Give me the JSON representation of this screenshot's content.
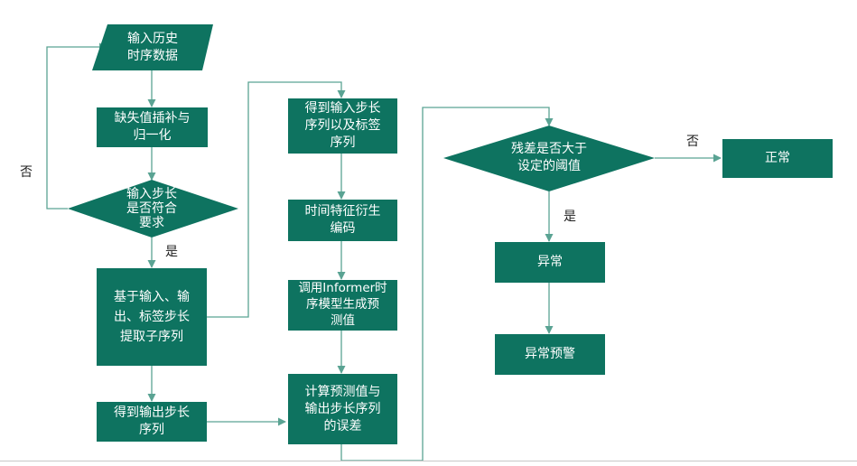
{
  "nodes": {
    "input_history": "输入历史\n时序数据",
    "impute_normalize": "缺失值插补与\n归一化",
    "step_ok_decision": "输入步长\n是否符合\n要求",
    "extract_subseq": "基于输入、输\n出、标签步长\n提取子序列",
    "get_output_step": "得到输出步长\n序列",
    "get_input_label": "得到输入步长\n序列以及标签\n序列",
    "time_encoding": "时间特征衍生\n编码",
    "informer_predict": "调用Informer时\n序模型生成预\n测值",
    "compute_error": "计算预测值与\n输出步长序列\n的误差",
    "threshold_decision": "残差是否大于\n设定的阈值",
    "normal": "正常",
    "abnormal": "异常",
    "abnormal_alert": "异常预警"
  },
  "edge_labels": {
    "step_no": "否",
    "step_yes": "是",
    "threshold_no": "否",
    "threshold_yes": "是"
  },
  "colors": {
    "node_fill": "#0e7360",
    "connector": "#5aa393",
    "node_text": "#ffffff"
  }
}
